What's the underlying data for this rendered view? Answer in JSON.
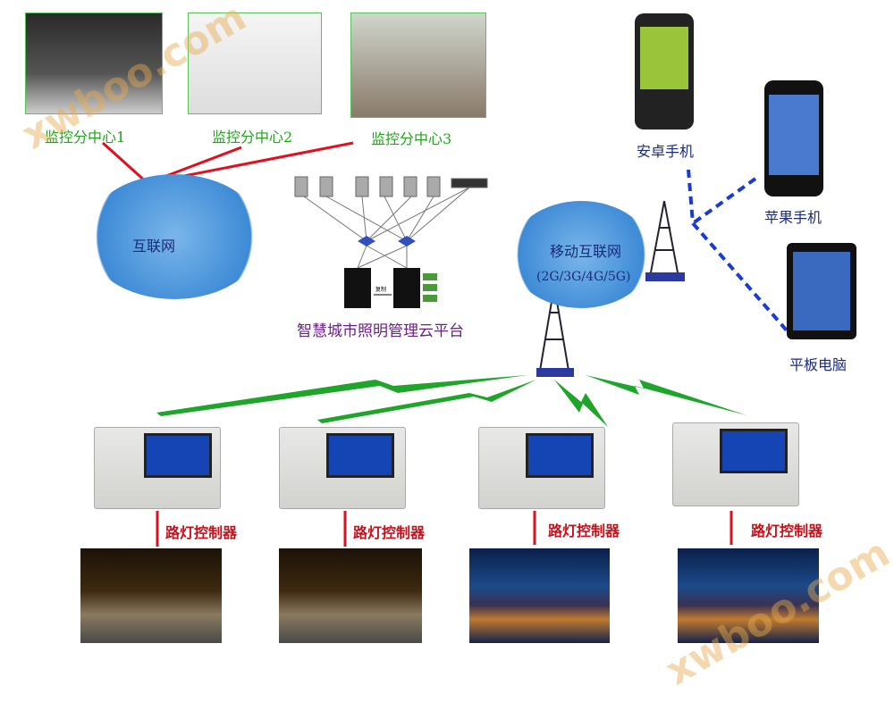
{
  "centers": [
    "监控分中心1",
    "监控分中心2",
    "监控分中心3"
  ],
  "devices": {
    "android": "安卓手机",
    "iphone": "苹果手机",
    "tablet": "平板电脑"
  },
  "internet": "互联网",
  "mobile": {
    "title": "移动互联网",
    "sub": "(2G/3G/4G/5G)"
  },
  "platform": {
    "title": "智慧城市照明管理云平台",
    "copy_label": "复制"
  },
  "controllers": [
    "路灯控制器",
    "路灯控制器",
    "路灯控制器",
    "路灯控制器"
  ],
  "watermark": "xwboo.com",
  "colors": {
    "red_line": "#e0101e",
    "green_signal": "#1ea52a",
    "blue_dash": "#1a3ad6"
  }
}
